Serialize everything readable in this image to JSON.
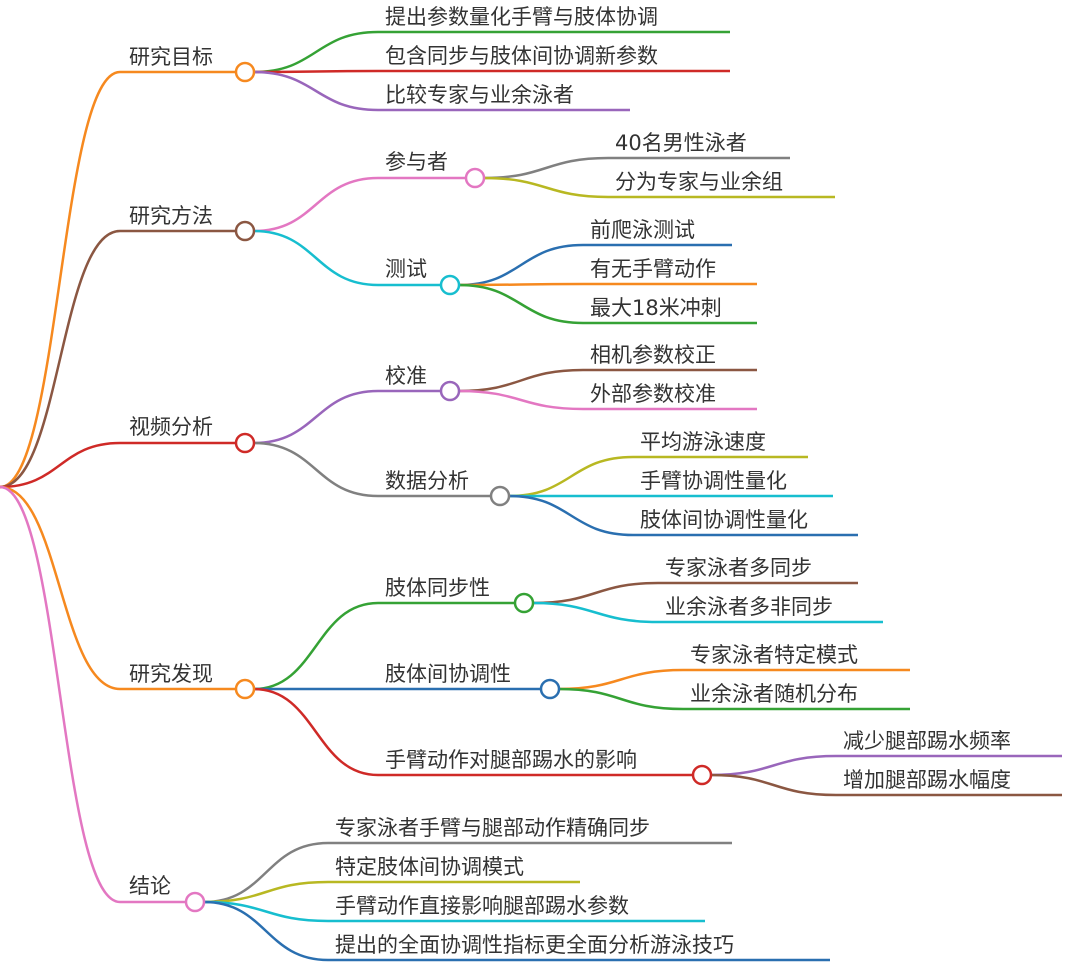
{
  "colors": {
    "orange": "#f6891f",
    "green": "#35a235",
    "red": "#cf2a27",
    "purple": "#9966bb",
    "brown": "#8b5742",
    "pink": "#e377c2",
    "cyan": "#17becf",
    "gray": "#808080",
    "olive": "#b8b822",
    "blue": "#2a6fb0"
  },
  "nodes": {
    "goal": "研究目标",
    "goal_1": "提出参数量化手臂与肢体协调",
    "goal_2": "包含同步与肢体间协调新参数",
    "goal_3": "比较专家与业余泳者",
    "method": "研究方法",
    "participants": "参与者",
    "participants_1": "40名男性泳者",
    "participants_2": "分为专家与业余组",
    "test": "测试",
    "test_1": "前爬泳测试",
    "test_2": "有无手臂动作",
    "test_3": "最大18米冲刺",
    "video": "视频分析",
    "calibration": "校准",
    "calibration_1": "相机参数校正",
    "calibration_2": "外部参数校准",
    "data_analysis": "数据分析",
    "data_1": "平均游泳速度",
    "data_2": "手臂协调性量化",
    "data_3": "肢体间协调性量化",
    "findings": "研究发现",
    "sync": "肢体同步性",
    "sync_1": "专家泳者多同步",
    "sync_2": "业余泳者多非同步",
    "inter": "肢体间协调性",
    "inter_1": "专家泳者特定模式",
    "inter_2": "业余泳者随机分布",
    "arm": "手臂动作对腿部踢水的影响",
    "arm_1": "减少腿部踢水频率",
    "arm_2": "增加腿部踢水幅度",
    "conclusion": "结论",
    "conc_1": "专家泳者手臂与腿部动作精确同步",
    "conc_2": "特定肢体间协调模式",
    "conc_3": "手臂动作直接影响腿部踢水参数",
    "conc_4": "提出的全面协调性指标更全面分析游泳技巧"
  }
}
